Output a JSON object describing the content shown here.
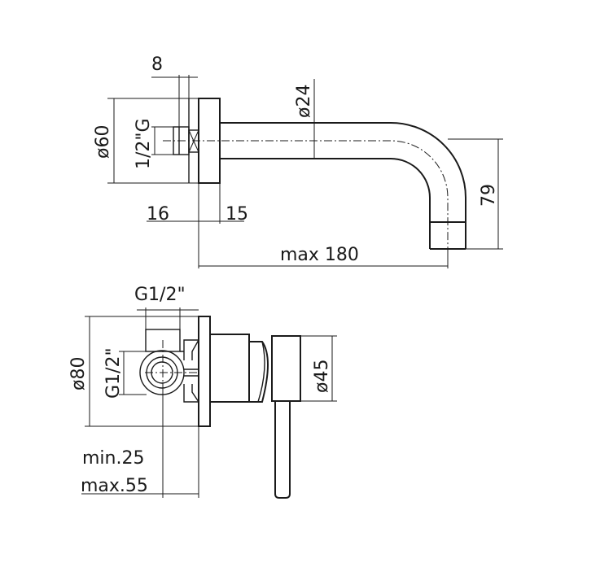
{
  "top_view": {
    "dim_width": "8",
    "dim_spout_diameter": "ø24",
    "dim_plate_diameter": "ø60",
    "dim_thread": "1/2\"G",
    "dim_left_depth": "16",
    "dim_right_depth": "15",
    "dim_height": "79",
    "dim_length": "max 180"
  },
  "bottom_view": {
    "dim_top_thread": "G1/2\"",
    "dim_side_thread": "G1/2\"",
    "dim_plate_diameter": "ø80",
    "dim_body_diameter": "ø45",
    "dim_min": "min.25",
    "dim_max": "max.55"
  }
}
